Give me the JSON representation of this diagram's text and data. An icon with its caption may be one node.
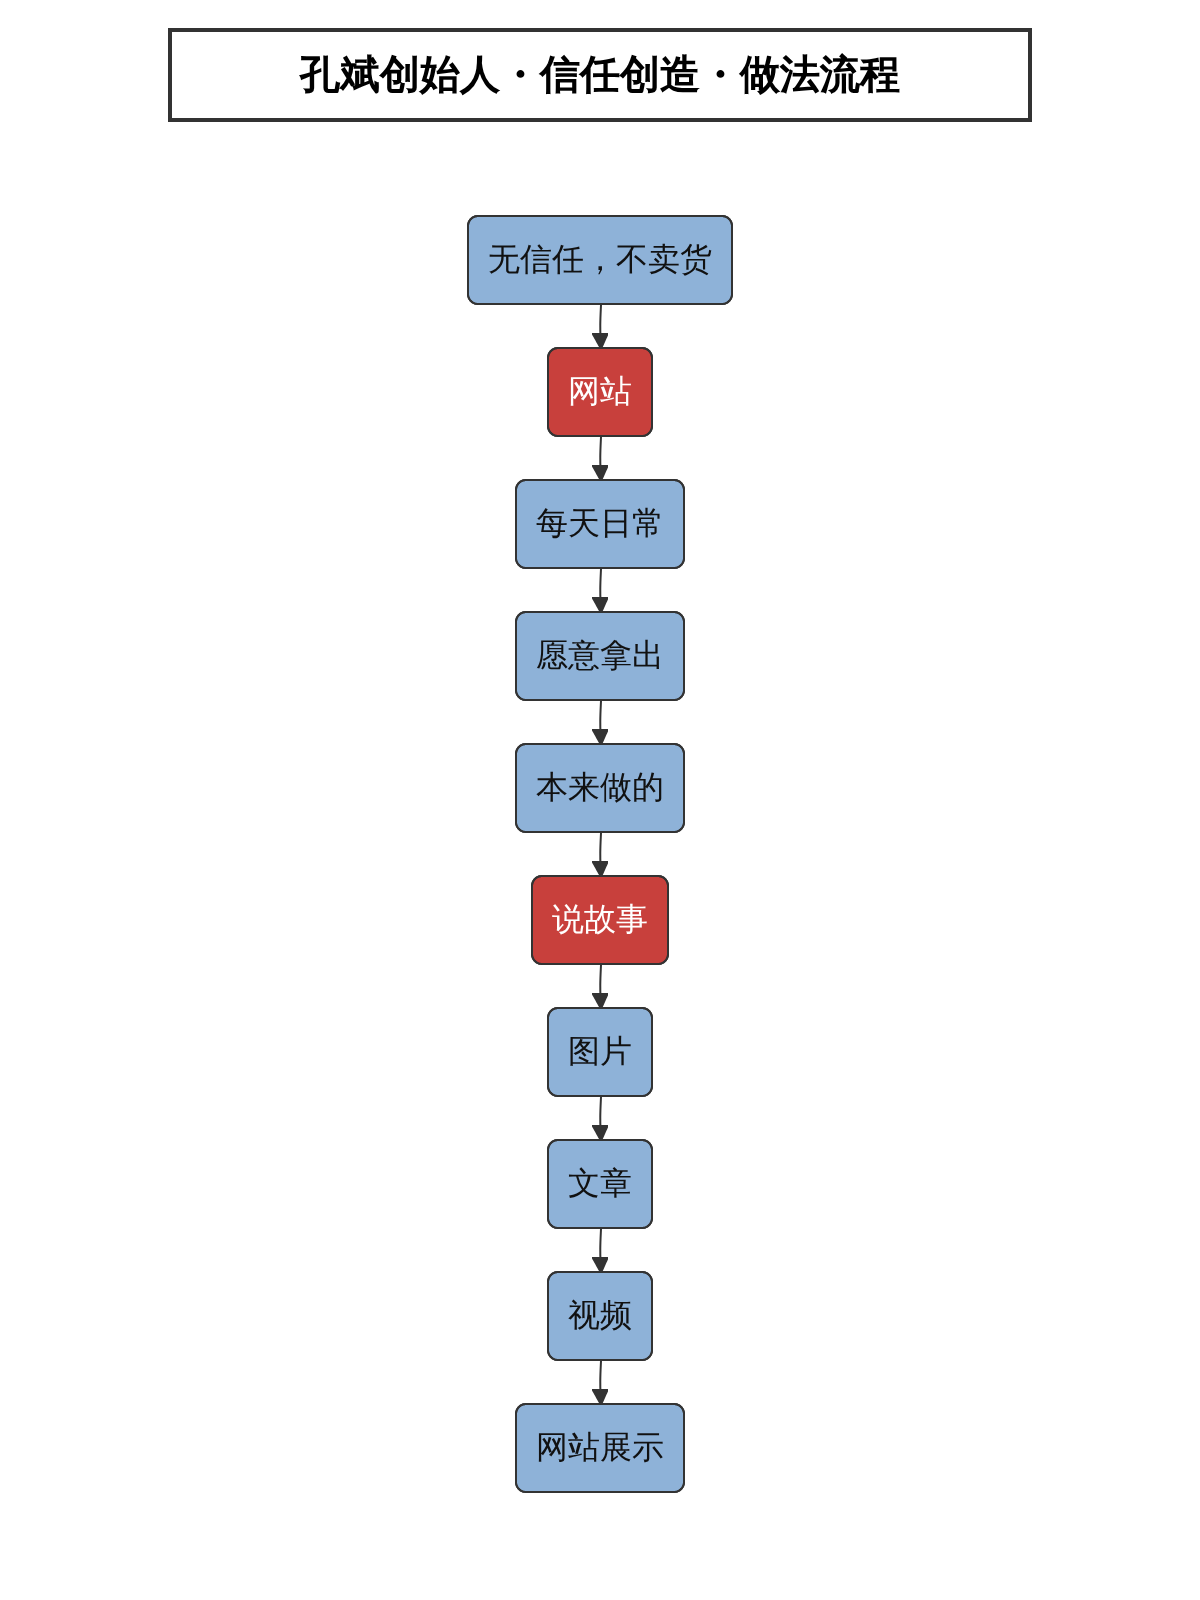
{
  "diagram": {
    "title": "孔斌创始人・信任创造・做法流程",
    "nodes": [
      {
        "text": [
          "无信任，不卖货"
        ]
      },
      {
        "text": [
          "网站"
        ]
      },
      {
        "text": [
          "每天日常"
        ]
      },
      {
        "text": [
          "愿意拿出"
        ]
      },
      {
        "text": [
          "本来做的"
        ]
      },
      {
        "text": [
          "说故事"
        ]
      },
      {
        "text": [
          "图片"
        ]
      },
      {
        "text": [
          "文章"
        ]
      },
      {
        "text": [
          "视频"
        ]
      },
      {
        "text": [
          "网站展示"
        ]
      }
    ],
    "edges": [
      {
        "from": 0,
        "to": 1,
        "arrow": "to"
      },
      {
        "from": 1,
        "to": 2,
        "arrow": "to"
      },
      {
        "from": 2,
        "to": 3,
        "arrow": "to"
      },
      {
        "from": 3,
        "to": 4,
        "arrow": "to"
      },
      {
        "from": 4,
        "to": 5,
        "arrow": "to"
      },
      {
        "from": 5,
        "to": 6,
        "arrow": "to"
      },
      {
        "from": 6,
        "to": 7,
        "arrow": "to"
      },
      {
        "from": 7,
        "to": 8,
        "arrow": "to"
      },
      {
        "from": 8,
        "to": 9,
        "arrow": "to"
      }
    ]
  }
}
